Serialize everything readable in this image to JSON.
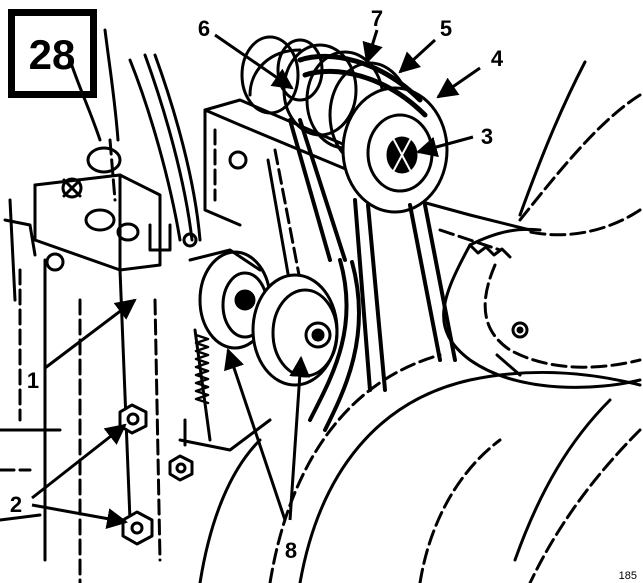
{
  "figure": {
    "number": "28",
    "reference_code": "185",
    "callouts": [
      {
        "id": "1",
        "label": "1"
      },
      {
        "id": "2",
        "label": "2"
      },
      {
        "id": "3",
        "label": "3"
      },
      {
        "id": "4",
        "label": "4"
      },
      {
        "id": "5",
        "label": "5"
      },
      {
        "id": "6",
        "label": "6"
      },
      {
        "id": "7",
        "label": "7"
      },
      {
        "id": "8",
        "label": "8"
      }
    ]
  },
  "colors": {
    "ink": "#000000",
    "paper": "#ffffff"
  }
}
